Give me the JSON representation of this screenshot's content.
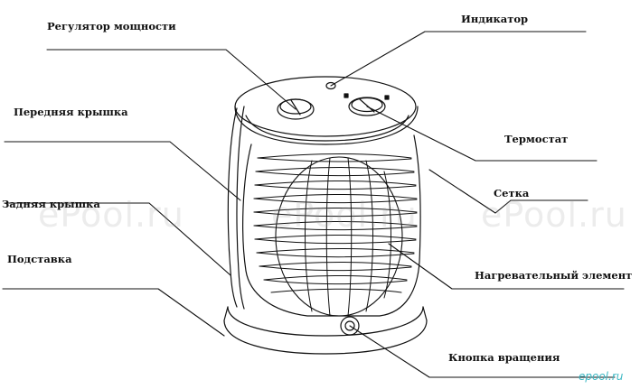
{
  "labels": {
    "power_regulator": "Регулятор мощности",
    "indicator": "Индикатор",
    "front_cover": "Передняя крышка",
    "thermostat": "Термостат",
    "mesh": "Сетка",
    "rear_cover": "Задняя крышка",
    "stand": "Подставка",
    "heating_element": "Нагревательный элемент",
    "rotation_button": "Кнопка вращения"
  },
  "watermark": "ePool.ru",
  "logo": "epool.ru",
  "colors": {
    "ink": "#111111",
    "watermark": "#969696",
    "logo": "#3fb8c4"
  }
}
